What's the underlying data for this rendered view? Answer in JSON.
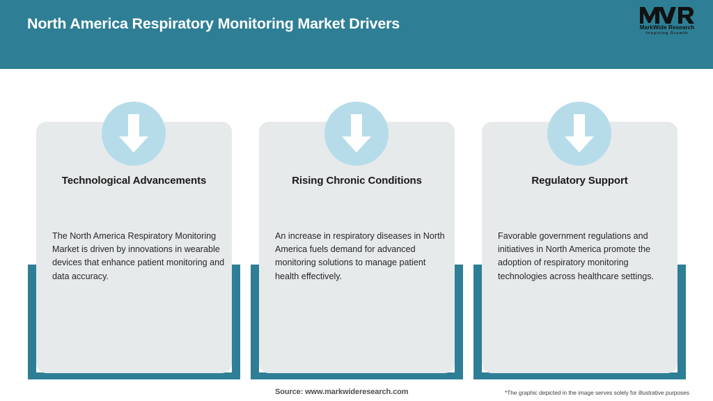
{
  "header": {
    "title": "North America Respiratory Monitoring Market Drivers",
    "band_color": "#2e7f95"
  },
  "logo": {
    "mark": "MWR",
    "name": "MarkWide Research",
    "tagline": "Inspiring Growth"
  },
  "theme": {
    "accent_teal": "#2e7f95",
    "card_gray": "#e6eaeb",
    "icon_circle_blue": "#b6dcea",
    "arrow_white": "#ffffff",
    "title_text": "#1a1a1a",
    "body_text": "#262626"
  },
  "cards": [
    {
      "icon": "arrow-down-icon",
      "title": "Technological Advancements",
      "body": "The North America Respiratory Monitoring Market is driven by innovations in wearable devices that enhance patient monitoring and data accuracy."
    },
    {
      "icon": "arrow-down-icon",
      "title": "Rising Chronic Conditions",
      "body": "An increase in respiratory diseases in North America fuels demand for advanced monitoring solutions to manage patient health effectively."
    },
    {
      "icon": "arrow-down-icon",
      "title": "Regulatory Support",
      "body": "Favorable government regulations and initiatives in North America promote the adoption of respiratory monitoring technologies across healthcare settings."
    }
  ],
  "footer": {
    "source": "Source: www.markwideresearch.com",
    "disclaimer": "*The graphic depicted in the image serves solely for illustrative purposes"
  }
}
